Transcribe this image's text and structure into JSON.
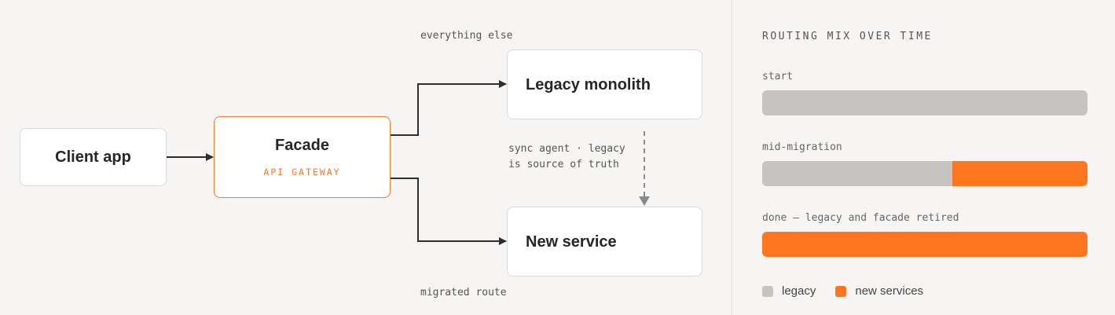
{
  "diagram": {
    "client": {
      "title": "Client app"
    },
    "facade": {
      "title": "Facade",
      "subtitle": "API GATEWAY"
    },
    "legacy": {
      "title": "Legacy monolith"
    },
    "new_service": {
      "title": "New service"
    },
    "edge_labels": {
      "everything_else": "everything else",
      "migrated_route": "migrated route",
      "sync_note": "sync agent · legacy\nis source of truth"
    }
  },
  "routing_panel": {
    "title": "ROUTING MIX OVER TIME",
    "stages": [
      {
        "label": "start",
        "legacy_fraction": 1.0,
        "new_fraction": 0.0
      },
      {
        "label": "mid-migration",
        "legacy_fraction": 0.584,
        "new_fraction": 0.416
      },
      {
        "label": "done — legacy and facade retired",
        "legacy_fraction": 0.0,
        "new_fraction": 1.0
      }
    ],
    "legend": [
      {
        "label": "legacy",
        "color": "#c6c4c1"
      },
      {
        "label": "new services",
        "color": "#ff761f"
      }
    ]
  },
  "colors": {
    "accent": "#ff761f",
    "facade_border": "#f07a30",
    "legacy_gray": "#c6c4c1",
    "arrow": "#2e2e2e",
    "dashed_arrow": "#8a8a8a"
  }
}
